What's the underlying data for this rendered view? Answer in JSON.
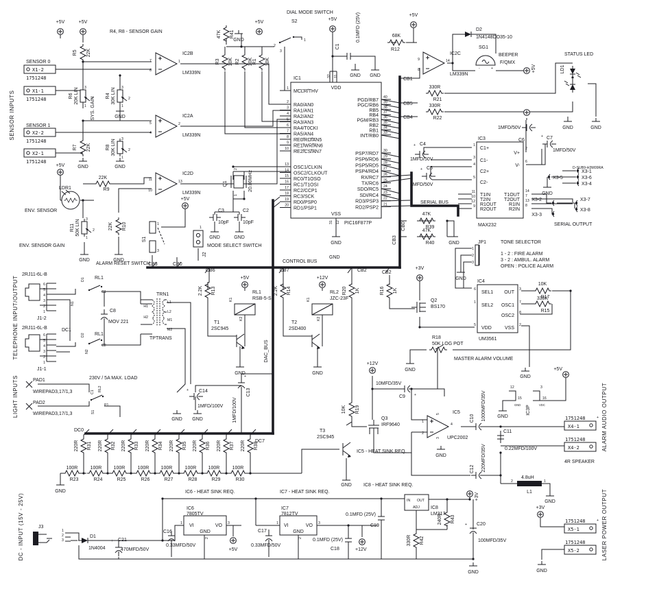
{
  "g": {
    "gnd": "GND",
    "p5": "+5V",
    "p12": "+12V",
    "p3": "+3V",
    "pn": "1751248",
    "plus": "+",
    "minus": "-",
    "pp1": "1",
    "pp2": "2",
    "pp3": "3"
  },
  "side": {
    "sensor": "SENSOR INPUTS",
    "phone": "TELEPHONE INPUT/OUTPUT",
    "light": "LIGHT INPUTS",
    "dc": "DC - INPUT (15V - 25V)",
    "audio": "ALARM AUDIO OUTPUT",
    "laser": "LASER POWER OUTPUT",
    "serial": "SERIAL OUTPUT",
    "status": "STATUS LED"
  },
  "sensors": {
    "heading": "R4, R8 - SENSOR GAIN",
    "s0": "SENSOR 0",
    "s1": "SENSOR 1",
    "x12": "X1-2",
    "x11": "X1-1",
    "x22": "X2-2",
    "x21": "X2-1",
    "r5": "R5",
    "r5v": "22K",
    "r6": "R6",
    "r6v": "20K LIN",
    "sys": "SYS. GAIN",
    "r4": "R4",
    "r4v": "30K LIN",
    "r7": "R7",
    "r7v": "22K",
    "r8": "R8",
    "r8v": "30K LIN",
    "ic2b": "IC2B",
    "ic2a": "IC2A",
    "ic2d": "IC2D",
    "lm": "LM339N",
    "b_p": "7",
    "b_m": "6",
    "b_o": "1",
    "a_p": "5",
    "a_m": "4",
    "a_o": "2",
    "d_p": "11",
    "d_m": "10",
    "d_o": "13",
    "r9": "R9",
    "r9v": "22K",
    "ldr": "LDR1",
    "env": "ENV. SENSOR",
    "envg": "ENV. SENSOR GAIN",
    "r11": "R11",
    "r11v": "50K LIN",
    "r10": "R10",
    "r10v": "22K",
    "s1ref": "S1",
    "reset": "ALARM RESET SWITCH",
    "j2": "J2",
    "mode": "MODE SELECT SWITCH"
  },
  "dial": {
    "heading": "DIAL MODE SWITCH",
    "s2": "S2",
    "p1": "1",
    "p2": "2",
    "p3": "3",
    "r41": "R41",
    "r41v": "47K",
    "r1": "R1",
    "r2": "R2",
    "r3": "R3",
    "rv": "10K",
    "c1": "C1",
    "c1v": "0.1MFD (25V)"
  },
  "pic": {
    "ref": "IC1",
    "part": "PIC16F877P",
    "vdd": "VDD",
    "vss": "VSS",
    "n32": "32",
    "n11": "11",
    "n31": "31",
    "n12": "12",
    "lp": [
      {
        "n": "1",
        "t": "MCLR/THV"
      },
      {
        "n": "2",
        "t": "RA0/AN0"
      },
      {
        "n": "3",
        "t": "RA1/AN1"
      },
      {
        "n": "4",
        "t": "RA2/AN2"
      },
      {
        "n": "5",
        "t": "RA3/AN3"
      },
      {
        "n": "6",
        "t": "RA4/T0CKI"
      },
      {
        "n": "7",
        "t": "RA5/AN4"
      },
      {
        "n": "8",
        "t": "RE0/RD/AN5"
      },
      {
        "n": "9",
        "t": "RE1/WR/AN6"
      },
      {
        "n": "10",
        "t": "RE2/CS/AN7"
      },
      {
        "n": "13",
        "t": "OSC1/CLKIN"
      },
      {
        "n": "14",
        "t": "OSC2/CLKOUT"
      },
      {
        "n": "15",
        "t": "RC0/T1OSO"
      },
      {
        "n": "16",
        "t": "RC1/T1OSI"
      },
      {
        "n": "17",
        "t": "RC2/CCP1"
      },
      {
        "n": "18",
        "t": "RC3/SCK"
      },
      {
        "n": "19",
        "t": "RD0/PSP0"
      },
      {
        "n": "20",
        "t": "RD1/PSP1"
      }
    ],
    "rp": [
      {
        "n": "40",
        "t": "PGD/RB7"
      },
      {
        "n": "39",
        "t": "PGC/RB6"
      },
      {
        "n": "38",
        "t": "RB5"
      },
      {
        "n": "37",
        "t": "RB4"
      },
      {
        "n": "36",
        "t": "PGM/RB3"
      },
      {
        "n": "35",
        "t": "RB2"
      },
      {
        "n": "34",
        "t": "RB1"
      },
      {
        "n": "33",
        "t": "INT/RB0"
      },
      {
        "n": "30",
        "t": "PSP7/RD7"
      },
      {
        "n": "29",
        "t": "PSP6/RD6"
      },
      {
        "n": "28",
        "t": "PSP5/RD5"
      },
      {
        "n": "27",
        "t": "PSP4/RD4"
      },
      {
        "n": "26",
        "t": "RX/RC7"
      },
      {
        "n": "25",
        "t": "TX/RC6"
      },
      {
        "n": "24",
        "t": "SDO/RC5"
      },
      {
        "n": "23",
        "t": "SDI/RC4"
      },
      {
        "n": "22",
        "t": "RD3/PSP3"
      },
      {
        "n": "21",
        "t": "RD2/PSP2"
      }
    ]
  },
  "xtal": {
    "q1": "Q1",
    "f": "20.00MHz",
    "p2": "2",
    "p1": "1",
    "c3": "C3",
    "c2": "C2",
    "v": "10pF"
  },
  "buses": {
    "cb0": "CB0",
    "cb1": "CB1",
    "cb2": "CB2",
    "cb3": "CB3",
    "cb4": "CB4",
    "cb5": "CB5",
    "cb6": "CB6",
    "cb7": "CB7",
    "serial": "SERIAL BUS",
    "dacbus": "DAC_BUS",
    "dc0": "DC0",
    "dc7": "DC7",
    "ctrl": "CONTROL BUS"
  },
  "alarm": {
    "r12": "R12",
    "r12v": "68K",
    "ic2c": "IC2C",
    "lm": "LM339N",
    "pp": "9",
    "pm": "8",
    "po": "14",
    "d2": "D2",
    "d2t": "1N4148DO35-10",
    "sg1": "SG1",
    "beeper": "BEEPER",
    "fq": "F/QMX",
    "ld1": "LD1",
    "r21": "R21",
    "r22": "R22",
    "r330": "330R"
  },
  "max": {
    "ref": "IC3",
    "part": "MAX232",
    "c4": "C4",
    "c5": "C5",
    "c6": "C6",
    "c7": "C7",
    "cv": "1MFD/50V",
    "lp": [
      {
        "n": "1",
        "t": "C1+"
      },
      {
        "n": "3",
        "t": "C1-"
      },
      {
        "n": "4",
        "t": "C2+"
      },
      {
        "n": "5",
        "t": "C2-"
      },
      {
        "n": "11",
        "t": "T1IN"
      },
      {
        "n": "10",
        "t": "T2IN"
      },
      {
        "n": "12",
        "t": "R1OUT"
      },
      {
        "n": "9",
        "t": "R2OUT"
      }
    ],
    "rp": [
      {
        "n": "2",
        "t": "V+"
      },
      {
        "n": "6",
        "t": "V-"
      },
      {
        "n": "14",
        "t": "T1OUT"
      },
      {
        "n": "7",
        "t": "T2OUT"
      },
      {
        "n": "13",
        "t": "R1IN"
      },
      {
        "n": "8",
        "t": "R2IN"
      }
    ],
    "r39": "R39",
    "r40": "R40",
    "r47": "47K",
    "dsub": "D-SUB9-H3M09RA",
    "x35": "X3-5",
    "x31": "X3-1",
    "x36": "X3-6",
    "x34": "X3-4",
    "x32": "X3-2",
    "x37": "X3-7",
    "x38": "X3-8",
    "x33": "X3-3"
  },
  "tone": {
    "jp1": "JP1",
    "heading": "TONE SELECTOR",
    "l1": "1 - 2 : FIRE ALARM",
    "l2": "3 - 2 : AMBUL. ALARM",
    "l3": "OPEN : POLICE ALARM",
    "ic4": "IC4",
    "part": "UM3561",
    "lp": [
      {
        "n": "6",
        "t": "SEL1"
      },
      {
        "n": "1",
        "t": "SEL2"
      },
      {
        "n": "5",
        "t": "VDD"
      }
    ],
    "rp": [
      {
        "n": "3",
        "t": "OUT"
      },
      {
        "n": "7",
        "t": "OSC1"
      },
      {
        "n": "8",
        "t": "OSC2"
      },
      {
        "n": "2",
        "t": "VSS"
      }
    ],
    "r17": "R17",
    "r17v": "10K",
    "r15": "R15",
    "r15v": "330K",
    "q2": "Q2",
    "q2t": "BS170",
    "r18": "R18",
    "r18v": "50K LOG POT",
    "vol": "MASTER ALARM VOLUME",
    "jp": [
      "1",
      "2",
      "3"
    ]
  },
  "drv": {
    "r13": "R13",
    "r14": "R14",
    "r2k2": "2.2K",
    "rl1": "RL1",
    "rl1t": "RSB-5-S",
    "rl2": "RL2",
    "rl2t": "JZC-23F",
    "k1": "K1",
    "k2": "K2",
    "t1": "T1",
    "t1t": "2SC945",
    "t2": "T2",
    "t2t": "2SD400",
    "r20": "R20",
    "r16": "R16",
    "r1k": "1K",
    "c14": "C14",
    "c13": "C13",
    "cv": "1MFD/100V"
  },
  "pre": {
    "c9": "C9",
    "c9v": "10MFD/35V",
    "r19": "R19",
    "r19v": "10K",
    "q3": "Q3",
    "q3t": "IRF9640",
    "t3": "T3",
    "t3t": "2SC945",
    "hs5": "IC5 - HEAT SINK REQ.",
    "hs8": "IC8 - HEAT SINK REQ."
  },
  "amp": {
    "ic5": "IC5",
    "part": "UPC2002",
    "p1": "1",
    "p2": "2",
    "p3": "3",
    "p4": "4",
    "p5": "5",
    "c10": "C10",
    "c10v": "1000MFD/35V",
    "c11": "C11",
    "c11v": "0.22MFD/100V",
    "c12": "C12",
    "c12v": "220MFD/35V",
    "l1": "L1",
    "l1v": "4.8uH",
    "lp1": "1",
    "lp2": "2",
    "x41": "X4-1",
    "x42": "X4-2",
    "spk": "4R SPEAKER",
    "ic3p": "IC3P",
    "n12": "12",
    "n15": "15",
    "n3": "3",
    "n16": "16",
    "gnd_s": "GND",
    "vdc": "VDC"
  },
  "phone": {
    "rj": "2RJ11-6L-B",
    "j12": "J1-2",
    "j11": "J1-1",
    "dc1": "DC1",
    "d1": "D1",
    "d2": "D2",
    "rl1": "RL1",
    "c1": "C1",
    "c2": "C2",
    "n1": "N1",
    "n2": "N2",
    "c8": "C8",
    "mov": "MOV 221",
    "trn": "TRN1",
    "h1": "H1",
    "h2": "H2",
    "l1": "L1",
    "l2": "L2",
    "m1": "M1",
    "m2": "M2",
    "tp": "TPTRANS",
    "pins": [
      "6",
      "5",
      "4",
      "3",
      "2",
      "1"
    ],
    "load": "230V / 5A MAX. LOAD",
    "pad1": "PAD1",
    "pad2": "PAD2",
    "wp": "WIREPAD3,17/1,3",
    "rl2": "RL2",
    "p1": "P1",
    "s1": "S1",
    "rc1": "C1"
  },
  "dac": {
    "v220": "220R",
    "v100": "100R",
    "r220": [
      "R31",
      "R32",
      "R33",
      "R34",
      "R35",
      "R36",
      "R37",
      "R38"
    ],
    "r100": [
      "R23",
      "R24",
      "R25",
      "R26",
      "R27",
      "R28",
      "R29",
      "R30"
    ],
    "hs6": "IC6 - HEAT SINK REQ.",
    "hs7": "IC7 - HEAT SINK REQ."
  },
  "power": {
    "j3": "J3",
    "jp": [
      "1",
      "2",
      "3"
    ],
    "d1": "D1",
    "d1t": "1N4004",
    "c21": "C21",
    "c21v": "470MFD/50V",
    "c16": "C16",
    "c16v": "0.33MFD/50V",
    "ic6": "IC6",
    "ic6t": "7805TV",
    "vi": "VI",
    "vo": "VO",
    "gndp": "GND",
    "n1": "1",
    "n3": "3",
    "n2": "2",
    "c17": "C17",
    "c17v": "0.33MFD/50V",
    "ic7": "IC7",
    "ic7t": "7812TV",
    "c18": "C18",
    "c18v": "0.1MFD (25V)",
    "c19": "C19",
    "c19v": "0.1MFD (25V)",
    "ic8": "IC8",
    "ic8t": "LM317",
    "in": "IN",
    "out": "OUT",
    "adj": "ADJ",
    "r42": "R42",
    "r42v": "330R",
    "r43": "R43",
    "r43v": "240R",
    "c20": "C20",
    "c20v": "100MFD/35V",
    "x51": "X5-1",
    "x52": "X5-2"
  }
}
